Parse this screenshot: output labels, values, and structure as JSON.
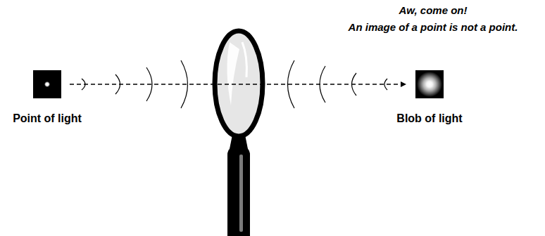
{
  "diagram": {
    "nodes": [
      {
        "text": [
          "Point of light"
        ]
      },
      {
        "text": [
          "Blob of light"
        ]
      }
    ],
    "edges": [
      {
        "from": 0,
        "to": 1,
        "arrow": "to"
      }
    ],
    "labels": [
      "Aw, come on!",
      "An image of a point is not a point."
    ]
  }
}
